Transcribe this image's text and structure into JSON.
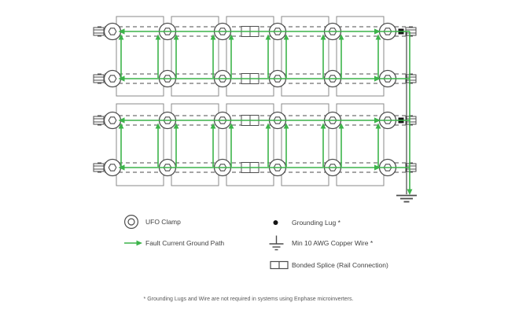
{
  "legend": {
    "items": [
      {
        "icon": "ufo-clamp-icon",
        "label": "UFO Clamp"
      },
      {
        "icon": "fault-path-arrow-icon",
        "label": "Fault Current Ground Path"
      },
      {
        "icon": "grounding-lug-icon",
        "label": "Grounding Lug *"
      },
      {
        "icon": "ground-wire-icon",
        "label": "Min 10 AWG Copper Wire *"
      },
      {
        "icon": "bonded-splice-icon",
        "label": "Bonded Splice (Rail Connection)"
      }
    ]
  },
  "footnote": "* Grounding Lugs and Wire are not required in systems using Enphase microinverters.",
  "diagram": {
    "rows": 2,
    "modules_per_row": 5,
    "rails_per_row": 2,
    "ufo_clamps_per_rail": 6,
    "bonded_splices_per_rail": 1,
    "grounding_lugs": 2
  },
  "colors": {
    "fault_path_green": "#3cb44a",
    "outline_gray": "#8a8a8a",
    "detail_gray": "#4d4d4d",
    "lug_black": "#141414",
    "wire_black": "#222222",
    "text_dark": "#404040",
    "footnote_gray": "#595959"
  }
}
